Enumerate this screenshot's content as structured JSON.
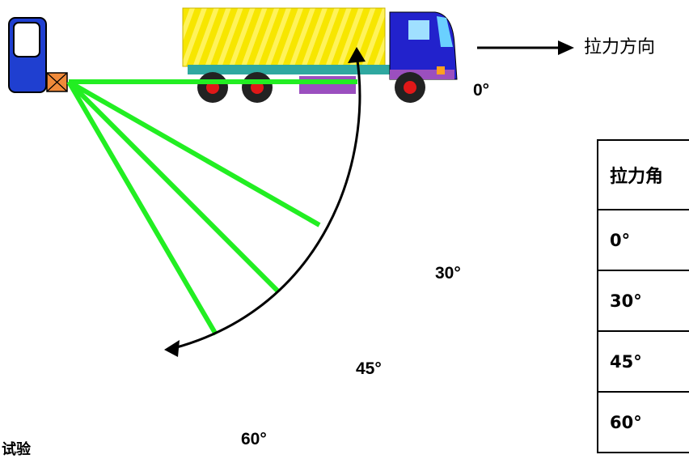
{
  "direction_label": "拉力方向",
  "angle_labels": [
    "0°",
    "30°",
    "45°",
    "60°"
  ],
  "table": {
    "header": "拉力角",
    "rows": [
      "0°",
      "30°",
      "45°",
      "60°"
    ]
  },
  "caption": "试验"
}
